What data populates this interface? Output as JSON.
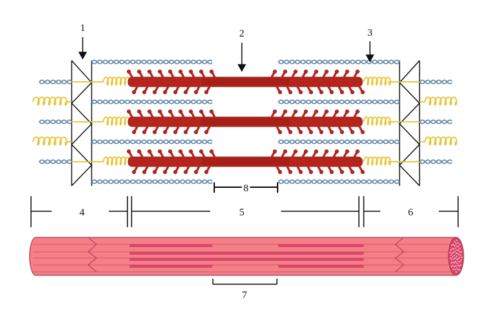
{
  "diagram": {
    "callouts": {
      "z_disc": "1",
      "thick_filament": "2",
      "thin_filament": "3",
      "i_band_left": "4",
      "a_band": "5",
      "i_band_right": "6",
      "m_region": "7",
      "h_zone": "8"
    },
    "colors": {
      "thick_filament": "#b5251d",
      "thick_filament_dark": "#7d120d",
      "thin_filament": "#5f86a8",
      "titin": "#e8c332",
      "z_line": "#111111",
      "myofibril": "#f47f86",
      "myofibril_dark_band": "#d9456a",
      "myofibril_outline": "#b13a55",
      "cross_section": "#d9456a"
    }
  }
}
